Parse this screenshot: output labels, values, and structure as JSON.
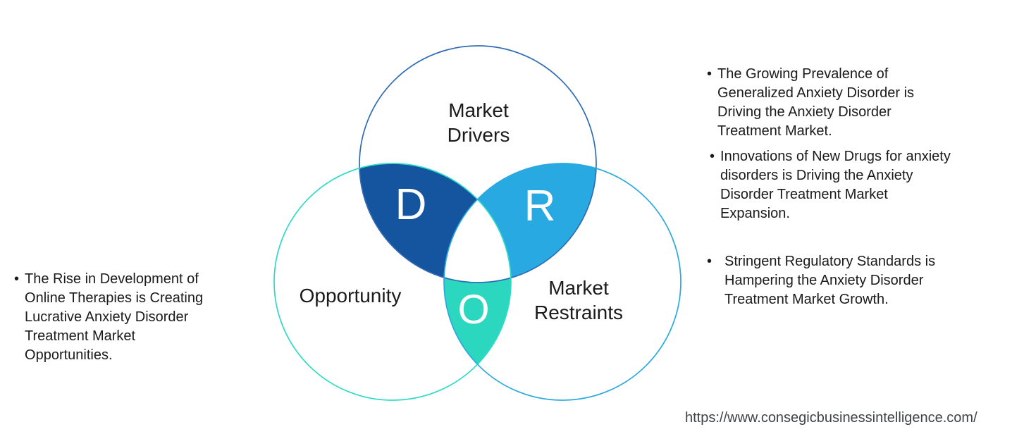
{
  "diagram": {
    "title_implicit": "DRO Venn diagram",
    "circles": {
      "drivers": {
        "label": "Market\nDrivers",
        "letter": "D",
        "lens_color": "#15549E",
        "stroke_color": "#2F6CB3"
      },
      "opportunity": {
        "label": "Opportunity",
        "letter": "O",
        "lens_color": "#2BD7BE",
        "stroke_color": "#2EDAC8"
      },
      "restraints": {
        "label": "Market\nRestraints",
        "letter": "R",
        "lens_color": "#29A9E1",
        "stroke_color": "#2AA9E0"
      }
    }
  },
  "notes": {
    "left": {
      "bullet": "•",
      "text": "The Rise in Development of\nOnline Therapies is Creating\nLucrative Anxiety Disorder\nTreatment Market\nOpportunities."
    },
    "right": [
      {
        "bullet": "•",
        "text": "The Growing Prevalence of\nGeneralized Anxiety Disorder is\nDriving the Anxiety Disorder\nTreatment Market."
      },
      {
        "bullet": "•",
        "text": "Innovations of New Drugs for anxiety\ndisorders is Driving the Anxiety\nDisorder Treatment Market\nExpansion."
      },
      {
        "bullet": "•",
        "text": "Stringent Regulatory Standards is\nHampering the Anxiety Disorder\nTreatment Market Growth."
      }
    ]
  },
  "footer": {
    "url": "https://www.consegicbusinessintelligence.com/"
  }
}
